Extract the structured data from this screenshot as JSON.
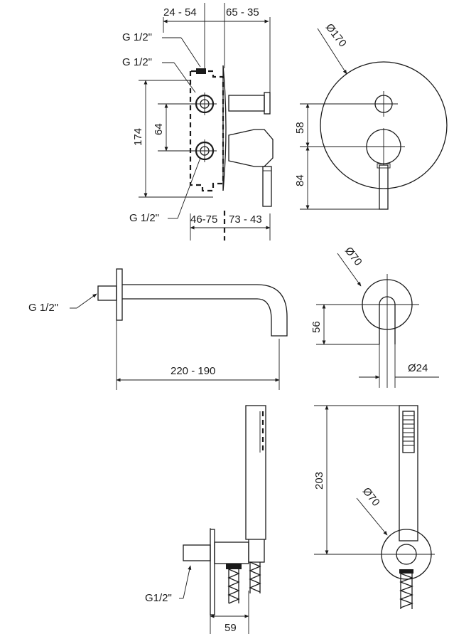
{
  "mixer": {
    "dim_top_left": "24 - 54",
    "dim_top_right": "65 - 35",
    "thread_top_1": "G 1/2\"",
    "thread_top_2": "G 1/2\"",
    "dim_height_total": "174",
    "dim_height_inner": "64",
    "thread_bottom": "G 1/2\"",
    "dim_bottom_left": "46-75",
    "dim_bottom_right": "73 - 43",
    "plate_diameter": "Ø170",
    "dim_upper_spacing": "58",
    "dim_lower_spacing": "84"
  },
  "spout": {
    "thread": "G 1/2\"",
    "length": "220 - 190",
    "rosette_diameter": "Ø70",
    "height": "56",
    "spout_diameter": "Ø24"
  },
  "hand_shower": {
    "thread": "G1/2\"",
    "depth": "59",
    "height": "203",
    "rosette_diameter": "Ø70"
  }
}
